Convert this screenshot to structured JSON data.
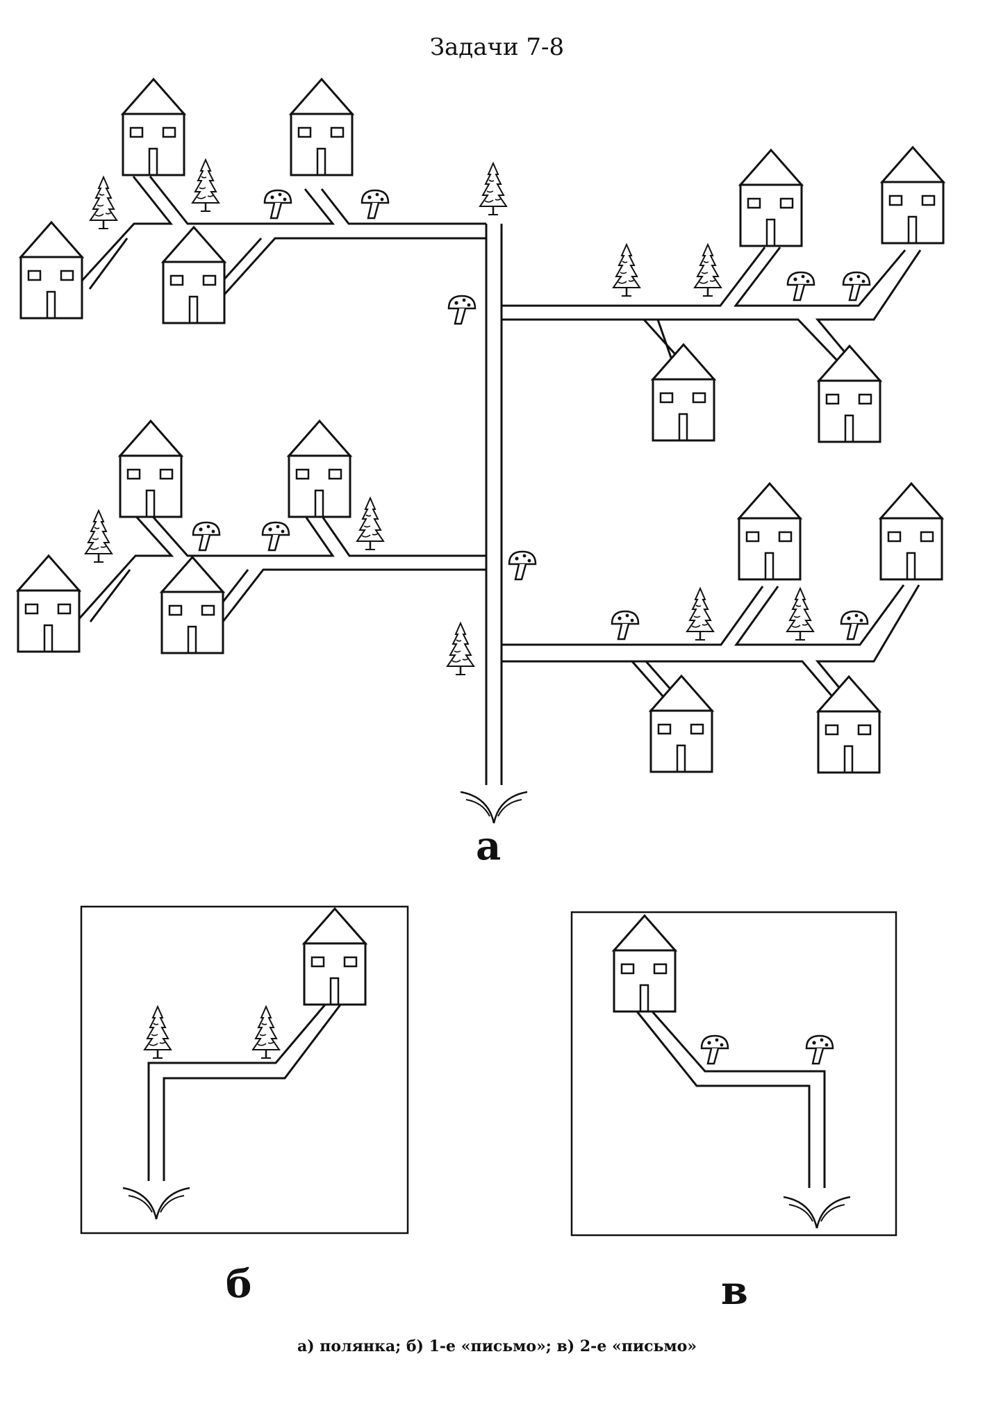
{
  "title": "Задачи 7-8",
  "labels": {
    "a": "а",
    "b": "б",
    "v": "в"
  },
  "caption": "а) полянка; б) 1-е «письмо»; в) 2-е «письмо»",
  "icons": {
    "house": "house-icon",
    "tree": "fir-tree-icon",
    "mushroom": "mushroom-icon",
    "entrance": "entrance-arrow-icon"
  }
}
